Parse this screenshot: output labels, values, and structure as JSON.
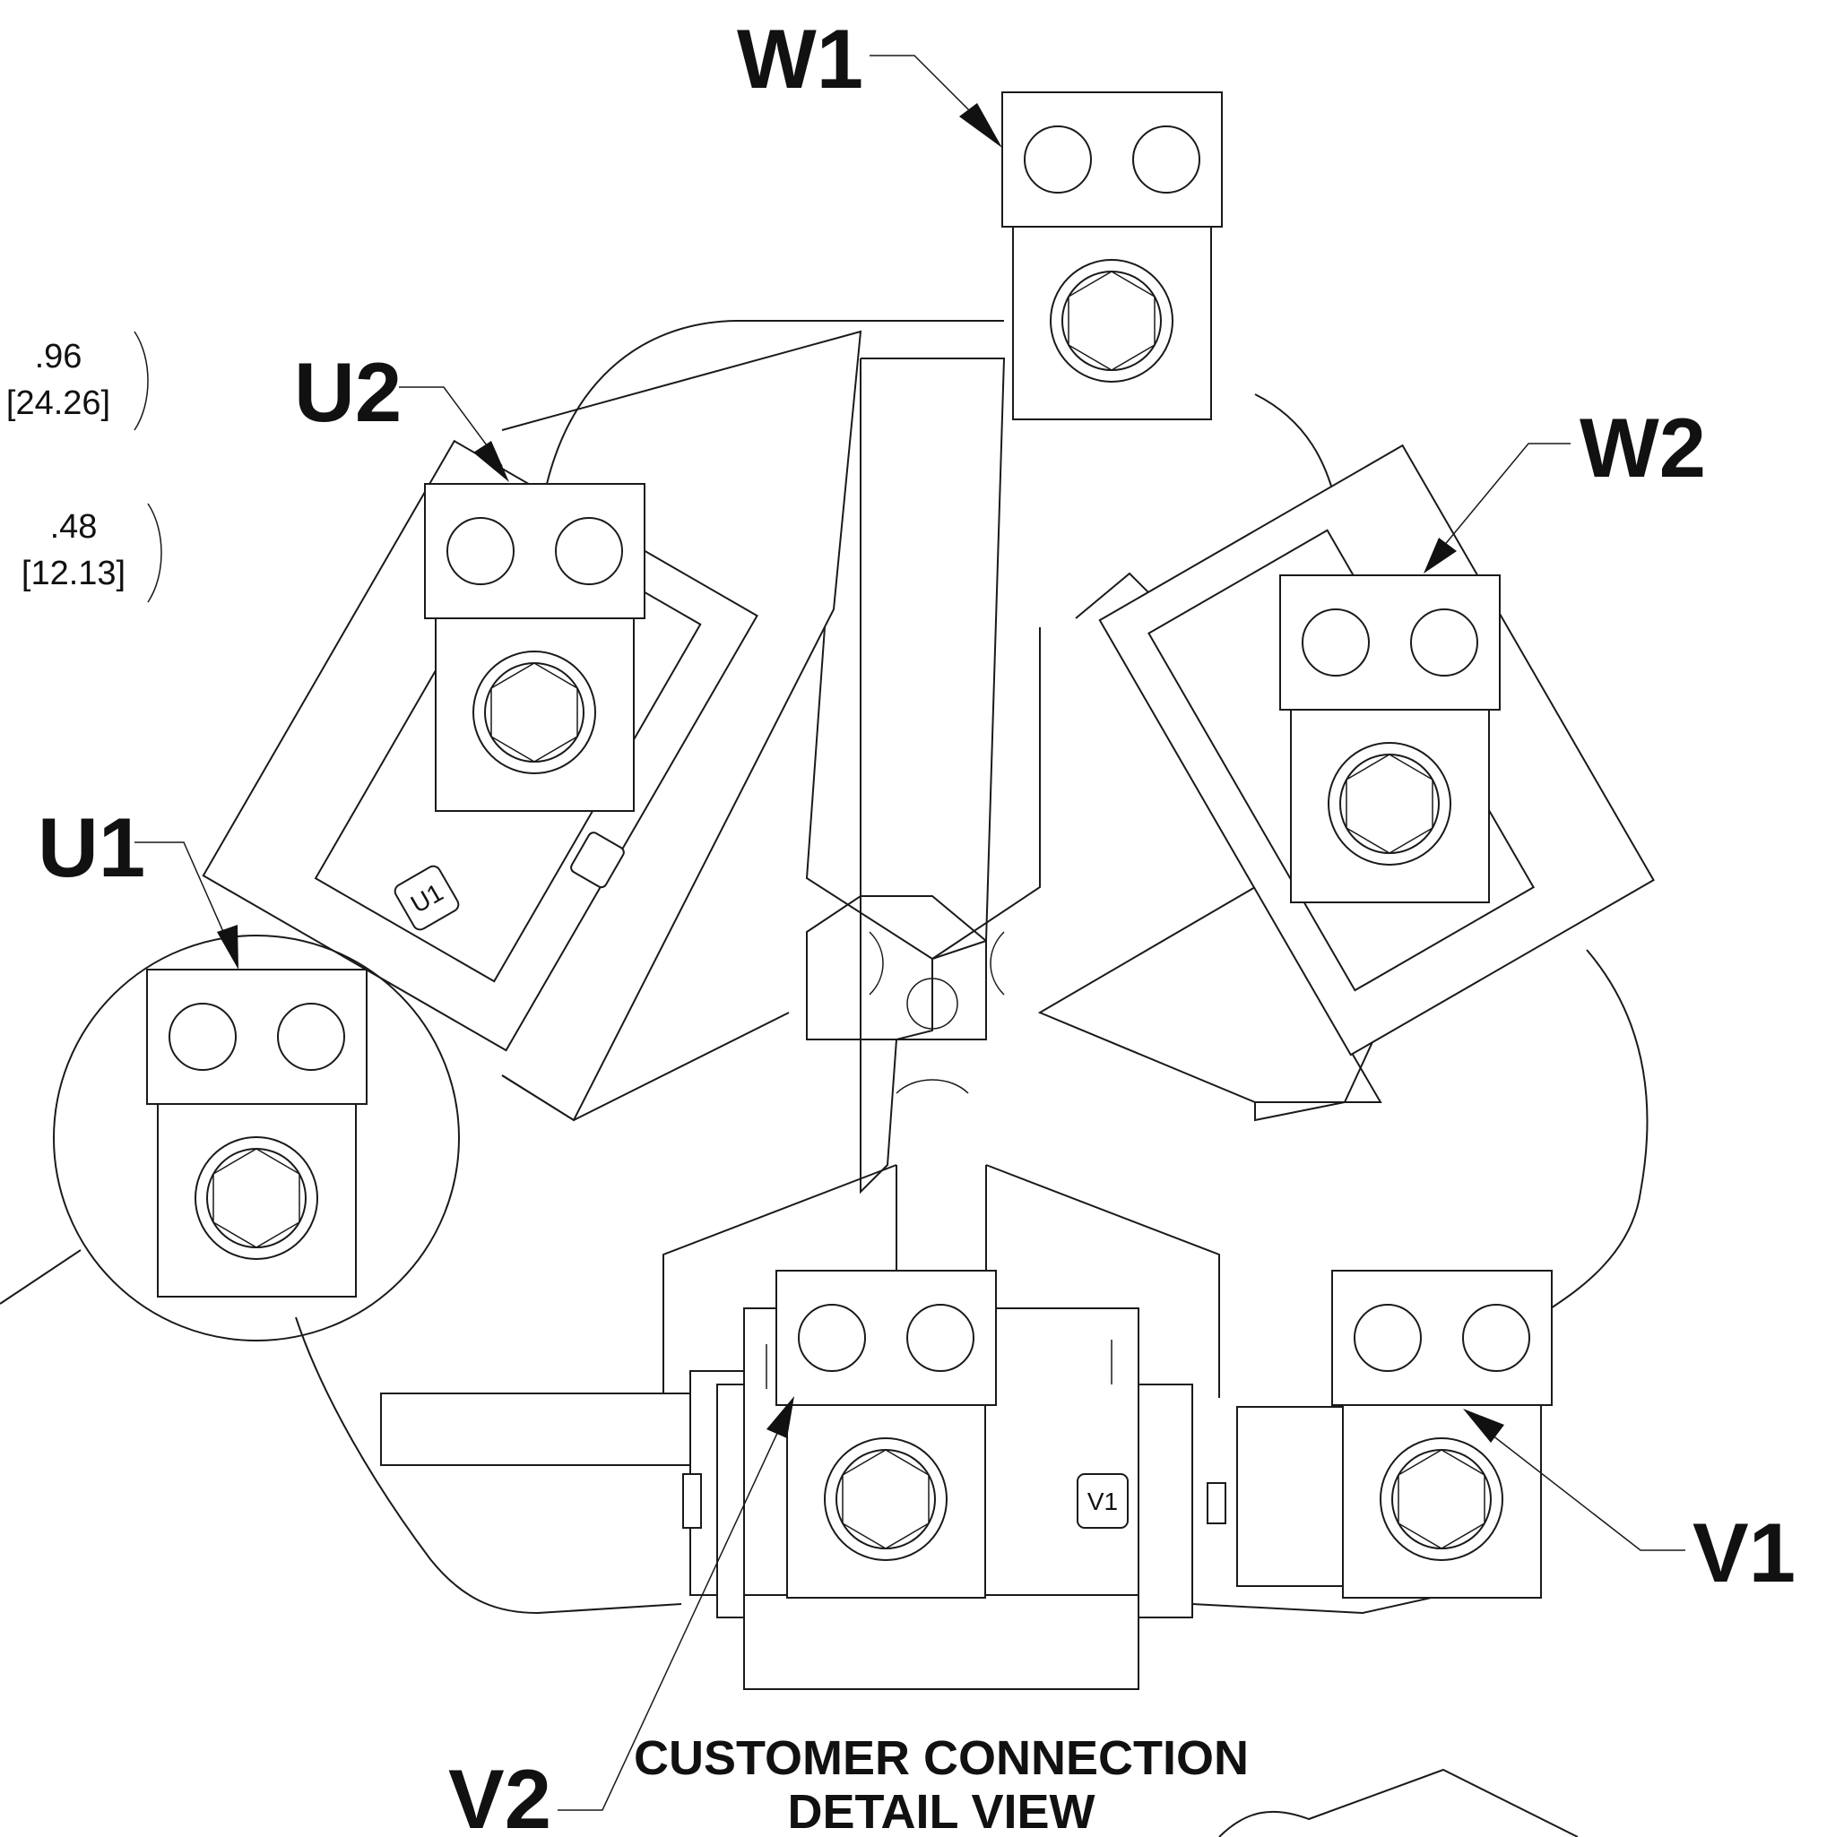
{
  "dimensions": {
    "d1_inch": ".96",
    "d1_mm": "[24.26]",
    "d2_inch": ".48",
    "d2_mm": "[12.13]"
  },
  "terminals": {
    "w1": "W1",
    "u2": "U2",
    "w2": "W2",
    "u1": "U1",
    "v1": "V1",
    "v2": "V2"
  },
  "tags": {
    "u1": "U1",
    "v1": "V1"
  },
  "caption": {
    "line1": "CUSTOMER CONNECTION",
    "line2": "DETAIL VIEW"
  }
}
